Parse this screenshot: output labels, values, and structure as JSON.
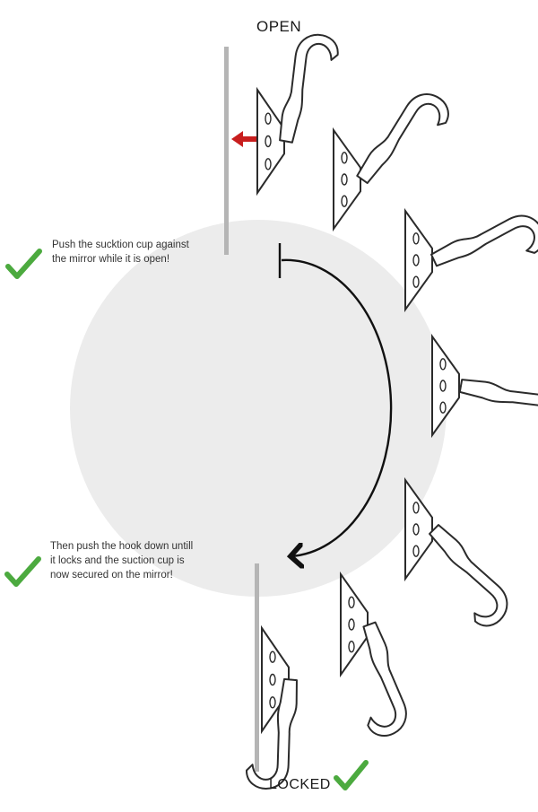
{
  "labels": {
    "open": "OPEN",
    "locked": "LOCKED"
  },
  "steps": [
    {
      "lines": [
        "Push the sucktion cup against",
        "the mirror while it is open!"
      ],
      "check_icon": "check-icon"
    },
    {
      "lines": [
        "Then push the hook down untill",
        "it locks and the suction cup is",
        "now secured on the mirror!"
      ],
      "check_icon": "check-icon"
    }
  ],
  "colors": {
    "background_circle": "#ececec",
    "mirror": "#b5b5b5",
    "check": "#4caa3f",
    "arrow_push": "#c81e1e",
    "outline": "#2b2b2b"
  }
}
